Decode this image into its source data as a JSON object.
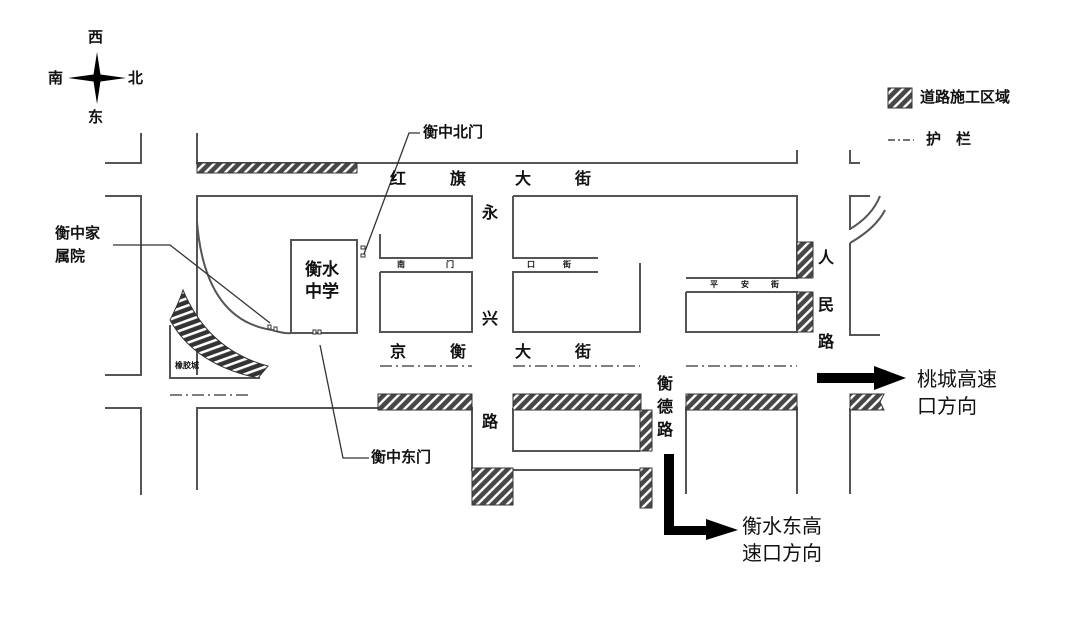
{
  "compass": {
    "top": "西",
    "left": "南",
    "right": "北",
    "bottom": "东"
  },
  "legend": {
    "items": [
      {
        "icon": "hatched-box-icon",
        "label": "道路施工区域"
      },
      {
        "icon": "dash-dot-line-icon",
        "label": "护　栏"
      }
    ]
  },
  "colors": {
    "line": "#555555",
    "hatch_fill": "#444444",
    "hatch_stripe": "#ffffff",
    "arrow": "#000000",
    "text": "#111111"
  },
  "roads": {
    "hongqi_dajie": [
      "红",
      "旗",
      "大",
      "街"
    ],
    "yongxing_lu": [
      "永",
      "兴"
    ],
    "yongxing_lu_bottom": "路",
    "jingheng_dajie": [
      "京",
      "衡",
      "大",
      "街"
    ],
    "nanmenkou_jie": [
      "南",
      "门",
      "口",
      "街"
    ],
    "pingan_jie": [
      "平",
      "安",
      "街"
    ],
    "renmin_lu": [
      "人",
      "民",
      "路"
    ],
    "hengde_lu": "衡德路"
  },
  "landmarks": {
    "school": "衡水中学",
    "school_line1": "衡水",
    "school_line2": "中学",
    "rubber_city": "橡胶城"
  },
  "callouts": {
    "north_gate": "衡中北门",
    "east_gate": "衡中东门",
    "family_compound_line1": "衡中家",
    "family_compound_line2": "属院"
  },
  "directions": {
    "taocheng": {
      "line1": "桃城高速",
      "line2": "口方向"
    },
    "hengshui_east": {
      "line1": "衡水东高",
      "line2": "速口方向"
    }
  }
}
